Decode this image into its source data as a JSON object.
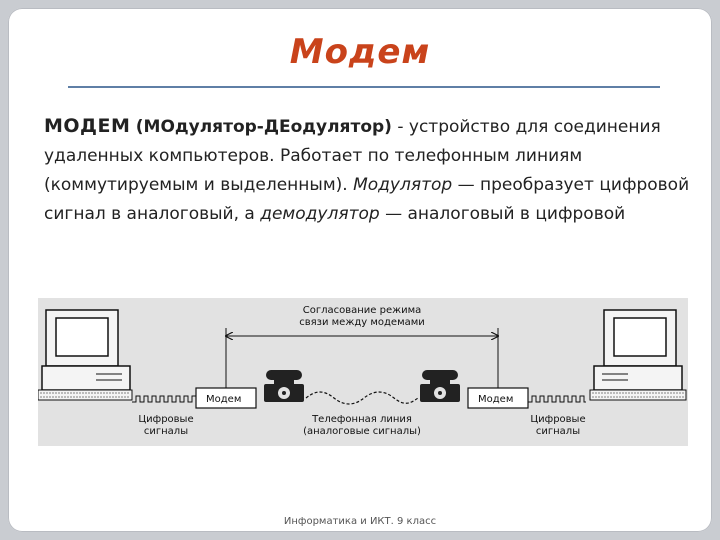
{
  "slide": {
    "title": "Модем",
    "paragraph": {
      "term": "МОДЕМ",
      "expansion": "(МОдулятор-ДЕодулятор)",
      "part1": " - устройство для соединения удаленных компьютеров. Работает по телефонным линиям (коммутируемым и выделенным). ",
      "italic1": "Модулятор",
      "part2": " — преобразует цифровой сигнал в аналоговый, а ",
      "italic2": "демодулятор",
      "part3": " — аналоговый в цифровой"
    },
    "footer": "Информатика и ИКТ. 9 класс"
  },
  "diagram": {
    "negotiation_line1": "Согласование режима",
    "negotiation_line2": "связи между модемами",
    "modem_left": "Модем",
    "modem_right": "Модем",
    "digital_left_line1": "Цифровые",
    "digital_left_line2": "сигналы",
    "digital_right_line1": "Цифровые",
    "digital_right_line2": "сигналы",
    "phone_line1": "Телефонная линия",
    "phone_line2": "(аналоговые сигналы)"
  }
}
